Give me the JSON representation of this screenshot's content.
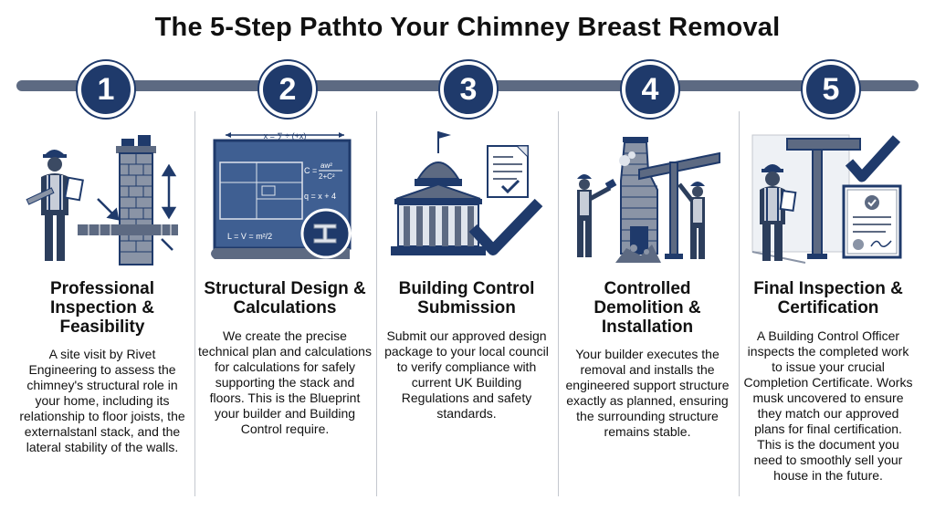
{
  "title": "The 5-Step Pathto Your Chimney Breast Removal",
  "colors": {
    "navy": "#1f3a6b",
    "steel": "#5d6a82",
    "brick": "#8a94a6",
    "light": "#dfe4ec"
  },
  "steps": [
    {
      "number": "1",
      "icon": "inspector-with-chimney-icon",
      "title": "Professional Inspection & Feasibility",
      "body": "A site visit by Rivet Engineering to assess the chimney's structural role in your home, including its relationship to floor joists, the externalstanl stack, and the lateral stability of the walls."
    },
    {
      "number": "2",
      "icon": "blueprint-with-steel-beam-icon",
      "formula_top": "x = ∑ ÷ (+x)",
      "formula_1a": "aw²",
      "formula_1b": "2+C²",
      "formula_c": "C =",
      "formula_2": "q = x + 4",
      "formula_bottom": "L = V = m²/2",
      "title": "Structural Design & Calculations",
      "body": "We create the precise technical plan and calculations for calculations for safely supporting the stack and floors. This is the Blueprint your builder and Building Control require."
    },
    {
      "number": "3",
      "icon": "council-building-with-approval-icon",
      "title": "Building Control Submission",
      "body": "Submit our approved design package to your local council to verify compliance with current UK Building Regulations and safety standards."
    },
    {
      "number": "4",
      "icon": "demolition-and-steel-install-icon",
      "title": "Controlled Demolition & Installation",
      "body": "Your builder executes the removal and installs the engineered support structure exactly as planned, ensuring the surrounding structure remains stable."
    },
    {
      "number": "5",
      "icon": "inspector-with-certificate-icon",
      "title": "Final Inspection & Certification",
      "body": "A Building Control Officer inspects the completed work to issue your crucial Completion Certificate. Works musk uncovered to ensure they match our approved plans for final certification. This is the document you need to smoothly sell your house in the future."
    }
  ]
}
